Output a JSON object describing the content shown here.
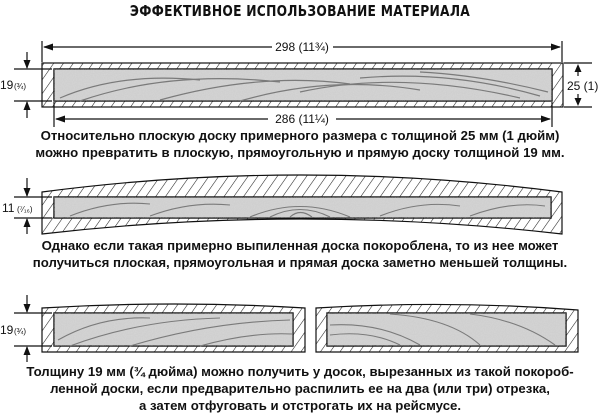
{
  "title": "ЭФФЕКТИВНОЕ ИСПОЛЬЗОВАНИЕ МАТЕРИАЛА",
  "diagram1": {
    "top_dimension": "298 (11¾)",
    "bottom_dimension": "286 (11¼)",
    "left_dimension_main": "19",
    "left_dimension_frac": "(¾)",
    "right_dimension": "25 (1)"
  },
  "caption1": {
    "line1": "Относительно плоскую доску примерного размера с толщиной 25 мм (1 дюйм)",
    "line2": "можно превратить в плоскую, прямоугольную и прямую доску толщиной 19 мм."
  },
  "diagram2": {
    "left_dimension_main": "11",
    "left_dimension_frac": "(⁷⁄₁₆)"
  },
  "caption2": {
    "line1": "Однако если такая примерно выпиленная доска покороблена, то из нее может",
    "line2": "получиться плоская, прямоугольная и прямая доска заметно меньшей толщины."
  },
  "diagram3": {
    "left_dimension_main": "19",
    "left_dimension_frac": "(¾)"
  },
  "caption3": {
    "line1": "Толщину 19 мм (¾ дюйма) можно получить у досок, вырезанных из такой покороб-",
    "line2": "ленной доски, если предварительно распилить ее на два (или три) отрезка,",
    "line3": "а затем отфуговать и отстрогать их на рейсмусе."
  },
  "colors": {
    "ink": "#111111",
    "wood": "#d9d9d9",
    "grain": "#8a8a8a",
    "background": "#ffffff"
  }
}
